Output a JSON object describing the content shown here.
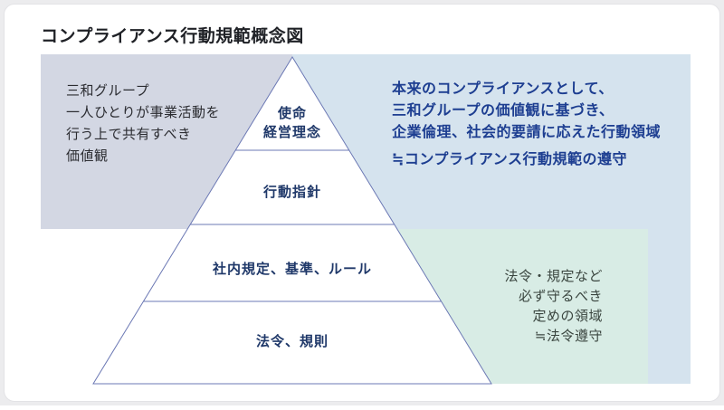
{
  "title": "コンプライアンス行動規範概念図",
  "colors": {
    "left_note_bg": "#d3d7e3",
    "right_note_bg": "#d5e3ee",
    "law_note_bg": "#d8ece5",
    "pyramid_fill": "#ffffff",
    "pyramid_stroke": "#6b78b4",
    "pyramid_label_text": "#1f3869",
    "right_note_text": "#1d3e91",
    "left_note_text": "#2b2c31",
    "law_note_text": "#3a453f",
    "title_text": "#1f2126"
  },
  "left_note": {
    "lines": [
      "三和グループ",
      "一人ひとりが事業活動を",
      "行う上で共有すべき",
      "価値観"
    ]
  },
  "right_note": {
    "lines": [
      "本来のコンプライアンスとして、",
      "三和グループの価値観に基づき、",
      "企業倫理、社会的要請に応えた行動領域",
      "≒コンプライアンス行動規範の遵守"
    ]
  },
  "law_note": {
    "lines": [
      "法令・規定など",
      "必ず守るべき",
      "定めの領域",
      "≒法令遵守"
    ]
  },
  "pyramid": {
    "levels": [
      {
        "lines": [
          "使命",
          "経営理念"
        ]
      },
      {
        "label": "行動指針"
      },
      {
        "label": "社内規定、基準、ルール"
      },
      {
        "label": "法令、規則"
      }
    ]
  }
}
